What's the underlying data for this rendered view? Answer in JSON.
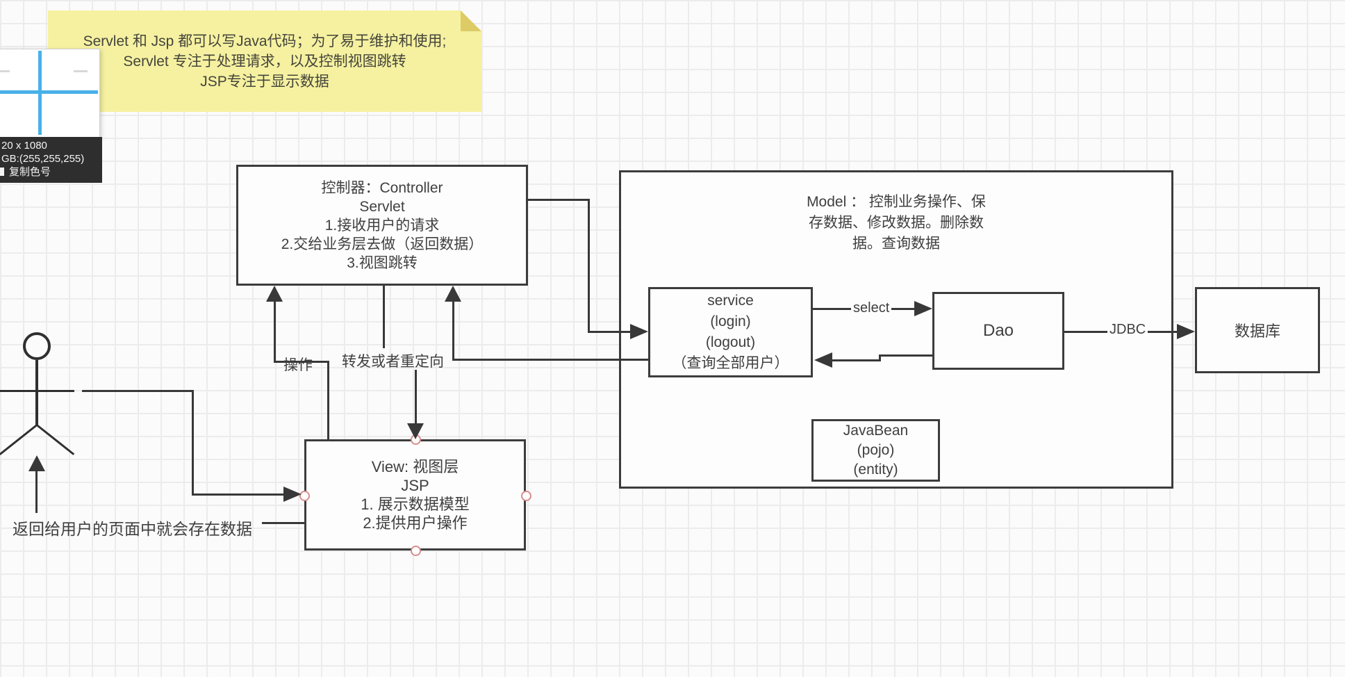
{
  "note": {
    "lines": [
      "Servlet 和 Jsp  都可以写Java代码；为了易于维护和使用;",
      "Servlet 专注于处理请求，以及控制视图跳转",
      "JSP专注于显示数据"
    ]
  },
  "magnifier": {
    "resolution": "20 x 1080",
    "rgb": "GB:(255,255,255)",
    "copy_hint": "复制色号"
  },
  "boxes": {
    "controller": {
      "lines": [
        "控制器：Controller",
        "Servlet",
        "1.接收用户的请求",
        "2.交给业务层去做（返回数据）",
        "3.视图跳转"
      ]
    },
    "model": {
      "lines": [
        "Model ： 控制业务操作、保",
        "存数据、修改数据。删除数",
        "据。查询数据"
      ]
    },
    "service": {
      "lines": [
        "service",
        "(login)",
        "(logout)",
        "（查询全部用户）"
      ]
    },
    "dao": {
      "label": "Dao"
    },
    "database": {
      "label": "数据库"
    },
    "javabean": {
      "lines": [
        "JavaBean",
        "(pojo)",
        "(entity)"
      ]
    },
    "view": {
      "lines": [
        "View: 视图层",
        "JSP",
        "1. 展示数据模型",
        "2.提供用户操作"
      ]
    }
  },
  "edges": {
    "operate_label": "操作",
    "forward_label": "转发或者重定向",
    "select_label": "select",
    "jdbc_label": "JDBC",
    "return_label": "返回给用户的页面中就会存在数据"
  },
  "colors": {
    "accent_blue": "#48b0e8",
    "note_yellow": "#f5f1a1",
    "note_fold": "#ddcb66",
    "stroke": "#3c3c3c",
    "connection_point": "#d98c8c"
  }
}
